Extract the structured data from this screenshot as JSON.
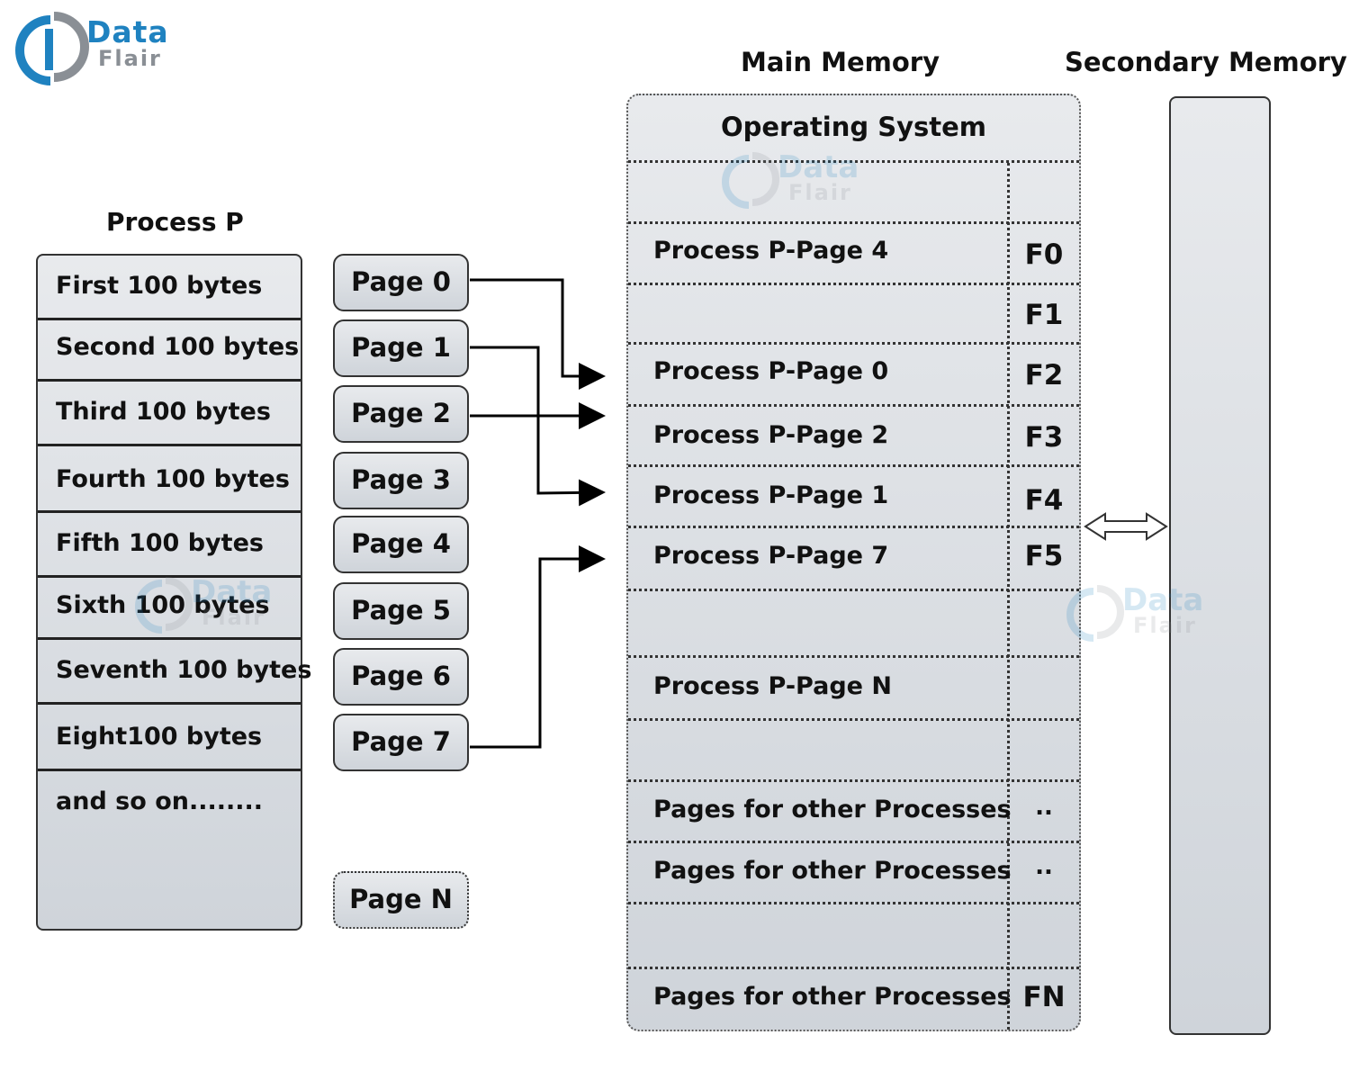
{
  "logo": {
    "line1": "Data",
    "line2": "Flair"
  },
  "headings": {
    "main_memory": "Main Memory",
    "secondary_memory": "Secondary Memory",
    "process": "Process P"
  },
  "process_segments": [
    "First 100 bytes",
    "Second 100 bytes",
    "Third 100 bytes",
    "Fourth 100 bytes",
    "Fifth 100 bytes",
    "Sixth 100 bytes",
    "Seventh 100 bytes",
    "Eight100 bytes",
    "and so on........"
  ],
  "pages": [
    "Page 0",
    "Page 1",
    "Page 2",
    "Page 3",
    "Page 4",
    "Page 5",
    "Page 6",
    "Page 7"
  ],
  "page_n": "Page N",
  "main_memory": {
    "os_label": "Operating System",
    "rows": [
      {
        "label": "",
        "frame": ""
      },
      {
        "label": "Process P-Page 4",
        "frame": "F0"
      },
      {
        "label": "",
        "frame": "F1"
      },
      {
        "label": "Process P-Page 0",
        "frame": "F2"
      },
      {
        "label": "Process P-Page 2",
        "frame": "F3"
      },
      {
        "label": "Process P-Page 1",
        "frame": "F4"
      },
      {
        "label": "Process P-Page 7",
        "frame": "F5"
      },
      {
        "label": "",
        "frame": ""
      },
      {
        "label": "Process P-Page N",
        "frame": ""
      },
      {
        "label": "",
        "frame": ""
      },
      {
        "label": "Pages for other Processes",
        "frame": ".."
      },
      {
        "label": "Pages for other Processes",
        "frame": ".."
      },
      {
        "label": "",
        "frame": ""
      },
      {
        "label": "Pages for other Processes",
        "frame": "FN"
      }
    ]
  },
  "watermark": {
    "line1": "Data",
    "line2": "Flair"
  },
  "colors": {
    "logo_blue": "#1f82c0",
    "logo_gray": "#8a8f95",
    "box_fill_top": "#e8eaed",
    "box_fill_bottom": "#cfd4da"
  }
}
